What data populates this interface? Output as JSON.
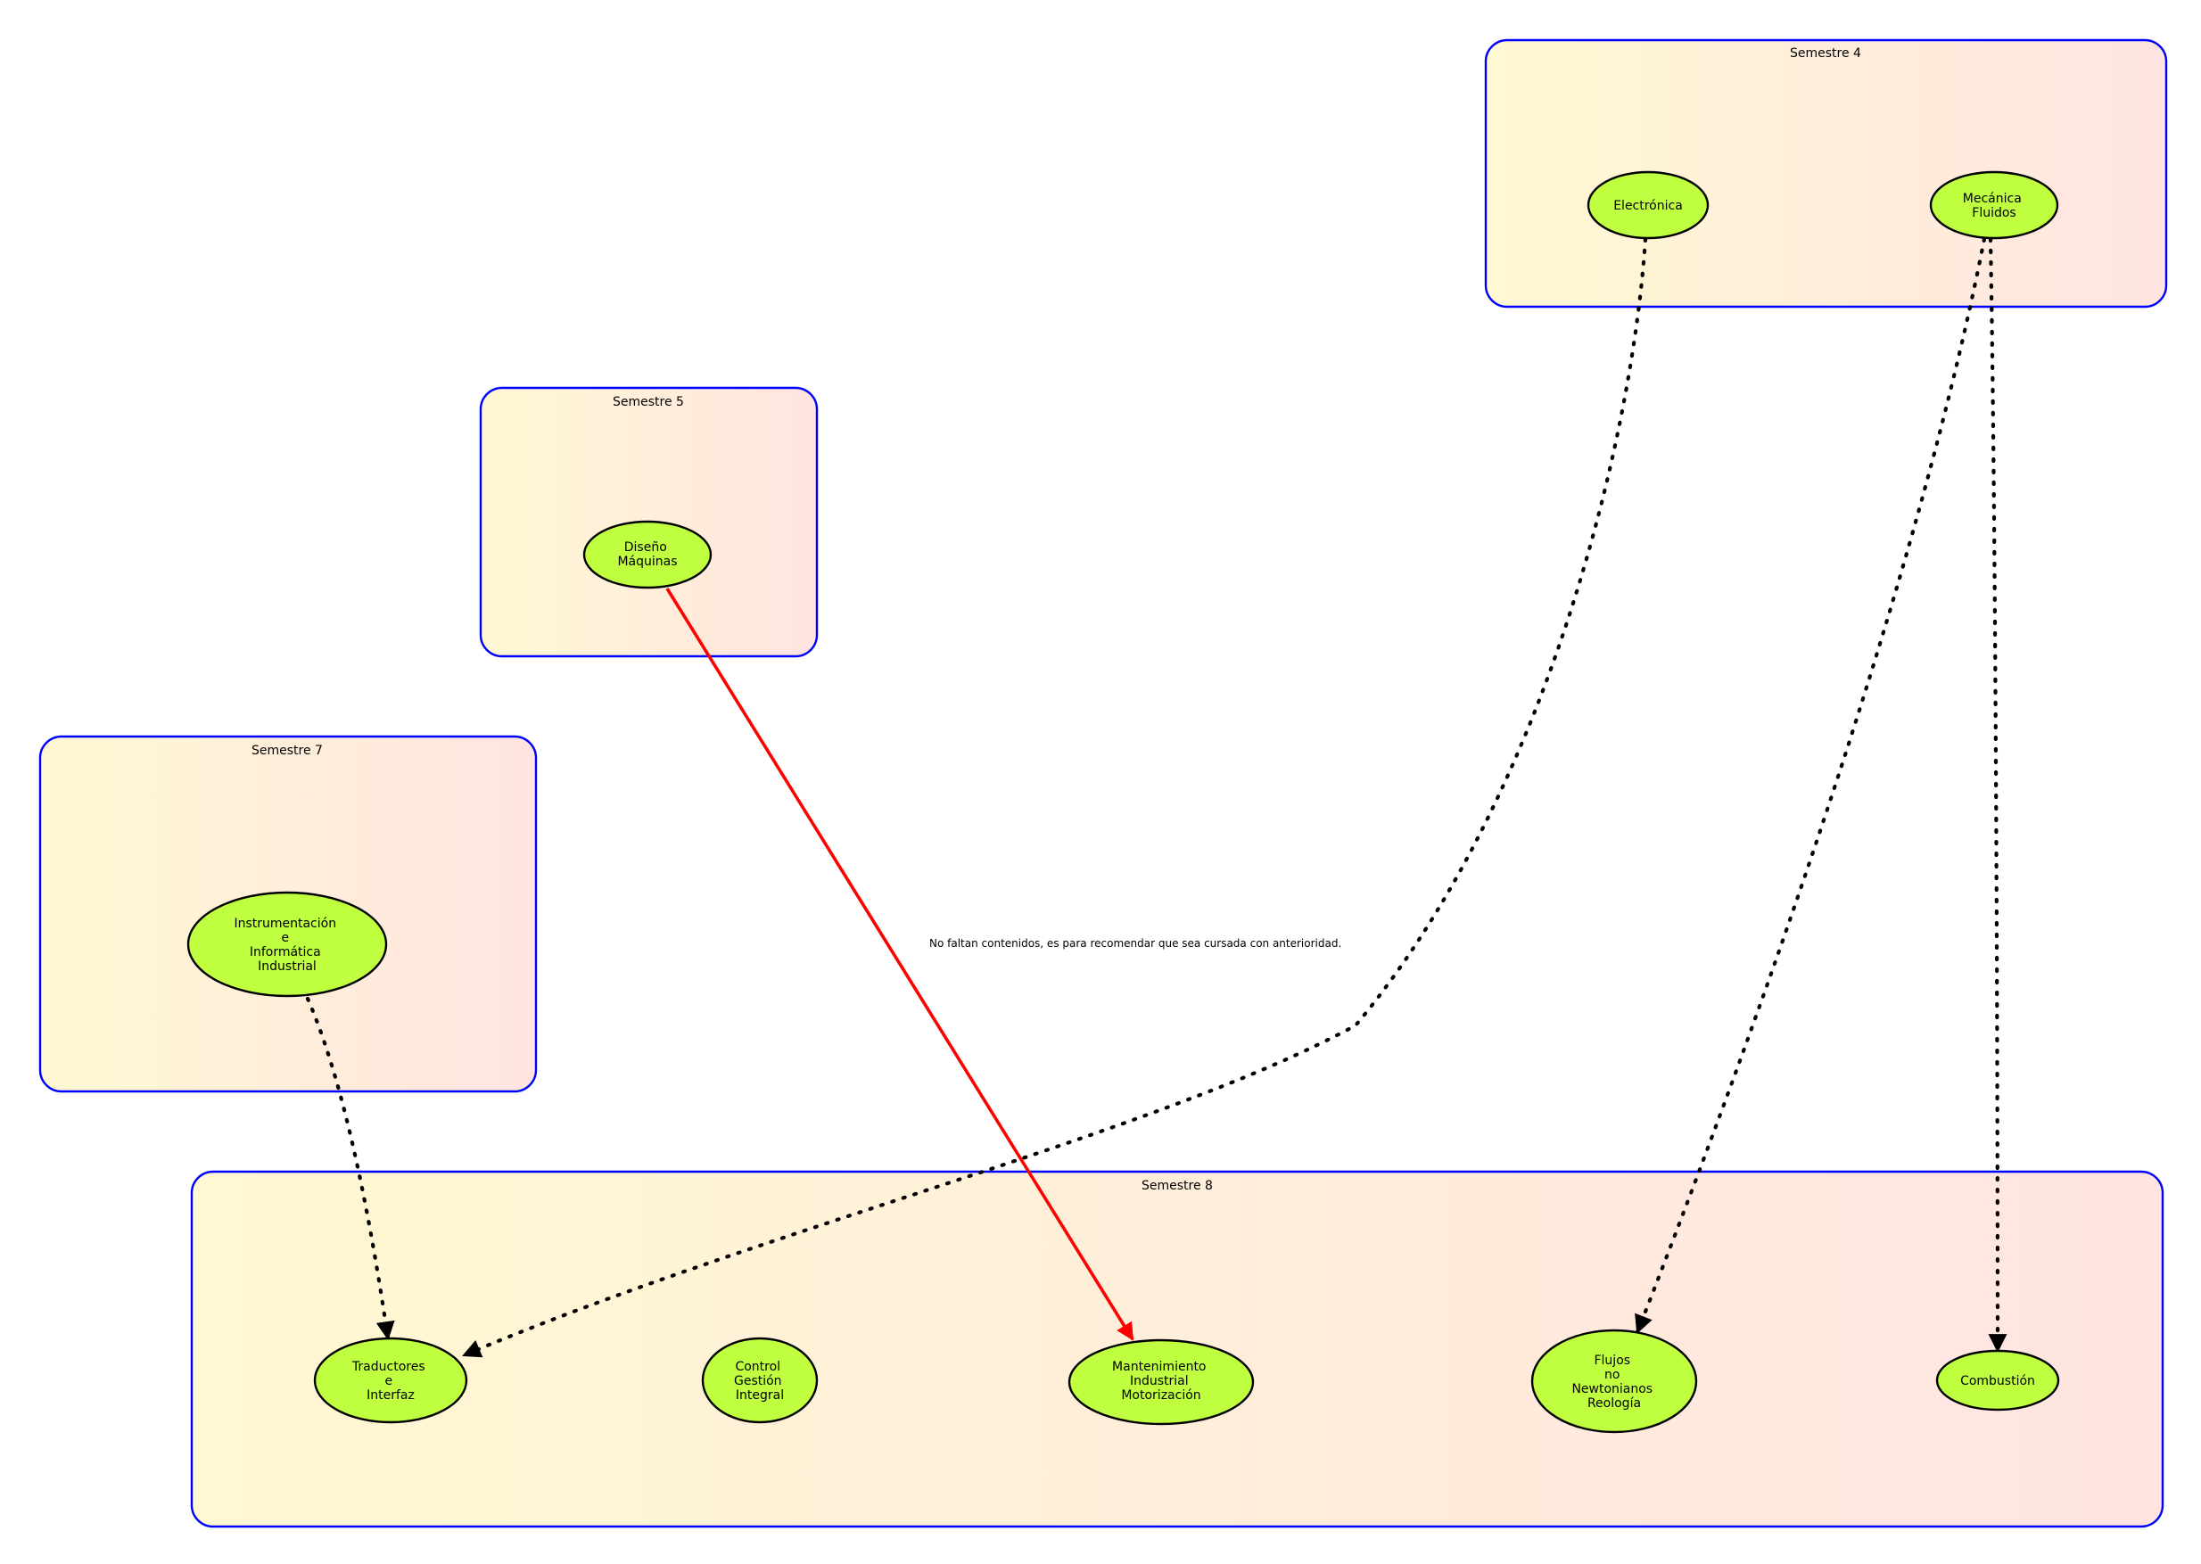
{
  "diagram": {
    "clusters": [
      {
        "id": "s4",
        "title": "Semestre 4"
      },
      {
        "id": "s5",
        "title": "Semestre 5"
      },
      {
        "id": "s7",
        "title": "Semestre 7"
      },
      {
        "id": "s8",
        "title": "Semestre 8"
      }
    ],
    "nodes": [
      {
        "id": "electronica",
        "cluster": "s4",
        "lines": [
          "Electrónica"
        ]
      },
      {
        "id": "mecanica",
        "cluster": "s4",
        "lines": [
          "Mecánica",
          "Fluidos"
        ]
      },
      {
        "id": "diseno",
        "cluster": "s5",
        "lines": [
          "Diseño",
          "Máquinas"
        ]
      },
      {
        "id": "instrumentacion",
        "cluster": "s7",
        "lines": [
          "Instrumentación",
          "e",
          "Informática",
          "Industrial"
        ]
      },
      {
        "id": "traductores",
        "cluster": "s8",
        "lines": [
          "Traductores",
          "e",
          "Interfaz"
        ]
      },
      {
        "id": "control",
        "cluster": "s8",
        "lines": [
          "Control",
          "Gestión",
          "Integral"
        ]
      },
      {
        "id": "mantenimiento",
        "cluster": "s8",
        "lines": [
          "Mantenimiento",
          "Industrial",
          "Motorización"
        ]
      },
      {
        "id": "flujos",
        "cluster": "s8",
        "lines": [
          "Flujos",
          "no",
          "Newtonianos",
          "Reología"
        ]
      },
      {
        "id": "combustion",
        "cluster": "s8",
        "lines": [
          "Combustión"
        ]
      }
    ],
    "edges": [
      {
        "from": "electronica",
        "to": "traductores",
        "style": "dotted"
      },
      {
        "from": "mecanica",
        "to": "flujos",
        "style": "dotted"
      },
      {
        "from": "mecanica",
        "to": "combustion",
        "style": "dotted"
      },
      {
        "from": "instrumentacion",
        "to": "traductores",
        "style": "dotted"
      },
      {
        "from": "diseno",
        "to": "mantenimiento",
        "style": "solid",
        "label": "No faltan contenidos, es para recomendar que sea cursada con anterioridad."
      }
    ],
    "colors": {
      "node_fill": "#bfff3f",
      "cluster_border": "#0000ff",
      "cluster_gradient_start": "#fff8d3",
      "cluster_gradient_end": "#ffe4e1",
      "solid_edge": "#ff0000",
      "dotted_edge": "#000000"
    }
  }
}
